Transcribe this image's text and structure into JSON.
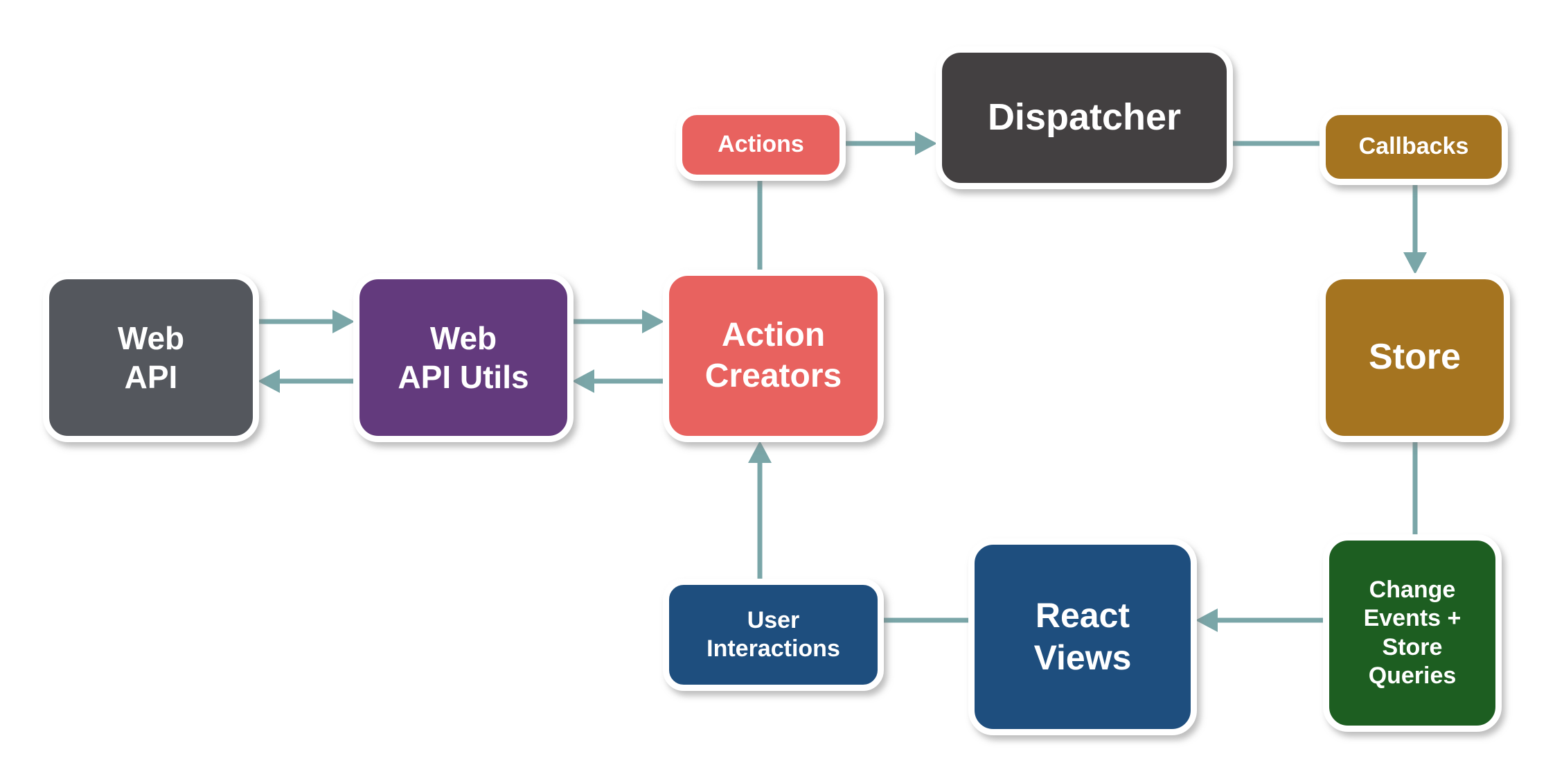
{
  "diagram": {
    "name": "Flux application architecture data flow",
    "colors": {
      "background": "#ffffff",
      "arrow": "#7aa6a8",
      "node_text": "#ffffff",
      "node_border": "#ffffff"
    },
    "nodes": [
      {
        "id": "web-api",
        "label": "Web\nAPI",
        "color": "#54575d"
      },
      {
        "id": "web-api-utils",
        "label": "Web\nAPI Utils",
        "color": "#633a7d"
      },
      {
        "id": "action-creators",
        "label": "Action\nCreators",
        "color": "#e8625f"
      },
      {
        "id": "actions",
        "label": "Actions",
        "color": "#e8625f"
      },
      {
        "id": "dispatcher",
        "label": "Dispatcher",
        "color": "#434041"
      },
      {
        "id": "callbacks",
        "label": "Callbacks",
        "color": "#a57420"
      },
      {
        "id": "store",
        "label": "Store",
        "color": "#a57420"
      },
      {
        "id": "change-events",
        "label": "Change\nEvents +\nStore\nQueries",
        "color": "#1d5e21"
      },
      {
        "id": "react-views",
        "label": "React\nViews",
        "color": "#1e4e7e"
      },
      {
        "id": "user-interactions",
        "label": "User\nInteractions",
        "color": "#1e4e7e"
      }
    ],
    "edges": [
      {
        "from": "web-api",
        "to": "web-api-utils",
        "arrowhead": true
      },
      {
        "from": "web-api-utils",
        "to": "web-api",
        "arrowhead": true
      },
      {
        "from": "web-api-utils",
        "to": "action-creators",
        "arrowhead": true
      },
      {
        "from": "action-creators",
        "to": "web-api-utils",
        "arrowhead": true
      },
      {
        "from": "action-creators",
        "to": "actions",
        "arrowhead": false
      },
      {
        "from": "actions",
        "to": "dispatcher",
        "arrowhead": true
      },
      {
        "from": "dispatcher",
        "to": "callbacks",
        "arrowhead": false
      },
      {
        "from": "callbacks",
        "to": "store",
        "arrowhead": true
      },
      {
        "from": "store",
        "to": "change-events",
        "arrowhead": false
      },
      {
        "from": "change-events",
        "to": "react-views",
        "arrowhead": true
      },
      {
        "from": "react-views",
        "to": "user-interactions",
        "arrowhead": false
      },
      {
        "from": "user-interactions",
        "to": "action-creators",
        "arrowhead": true
      }
    ]
  }
}
